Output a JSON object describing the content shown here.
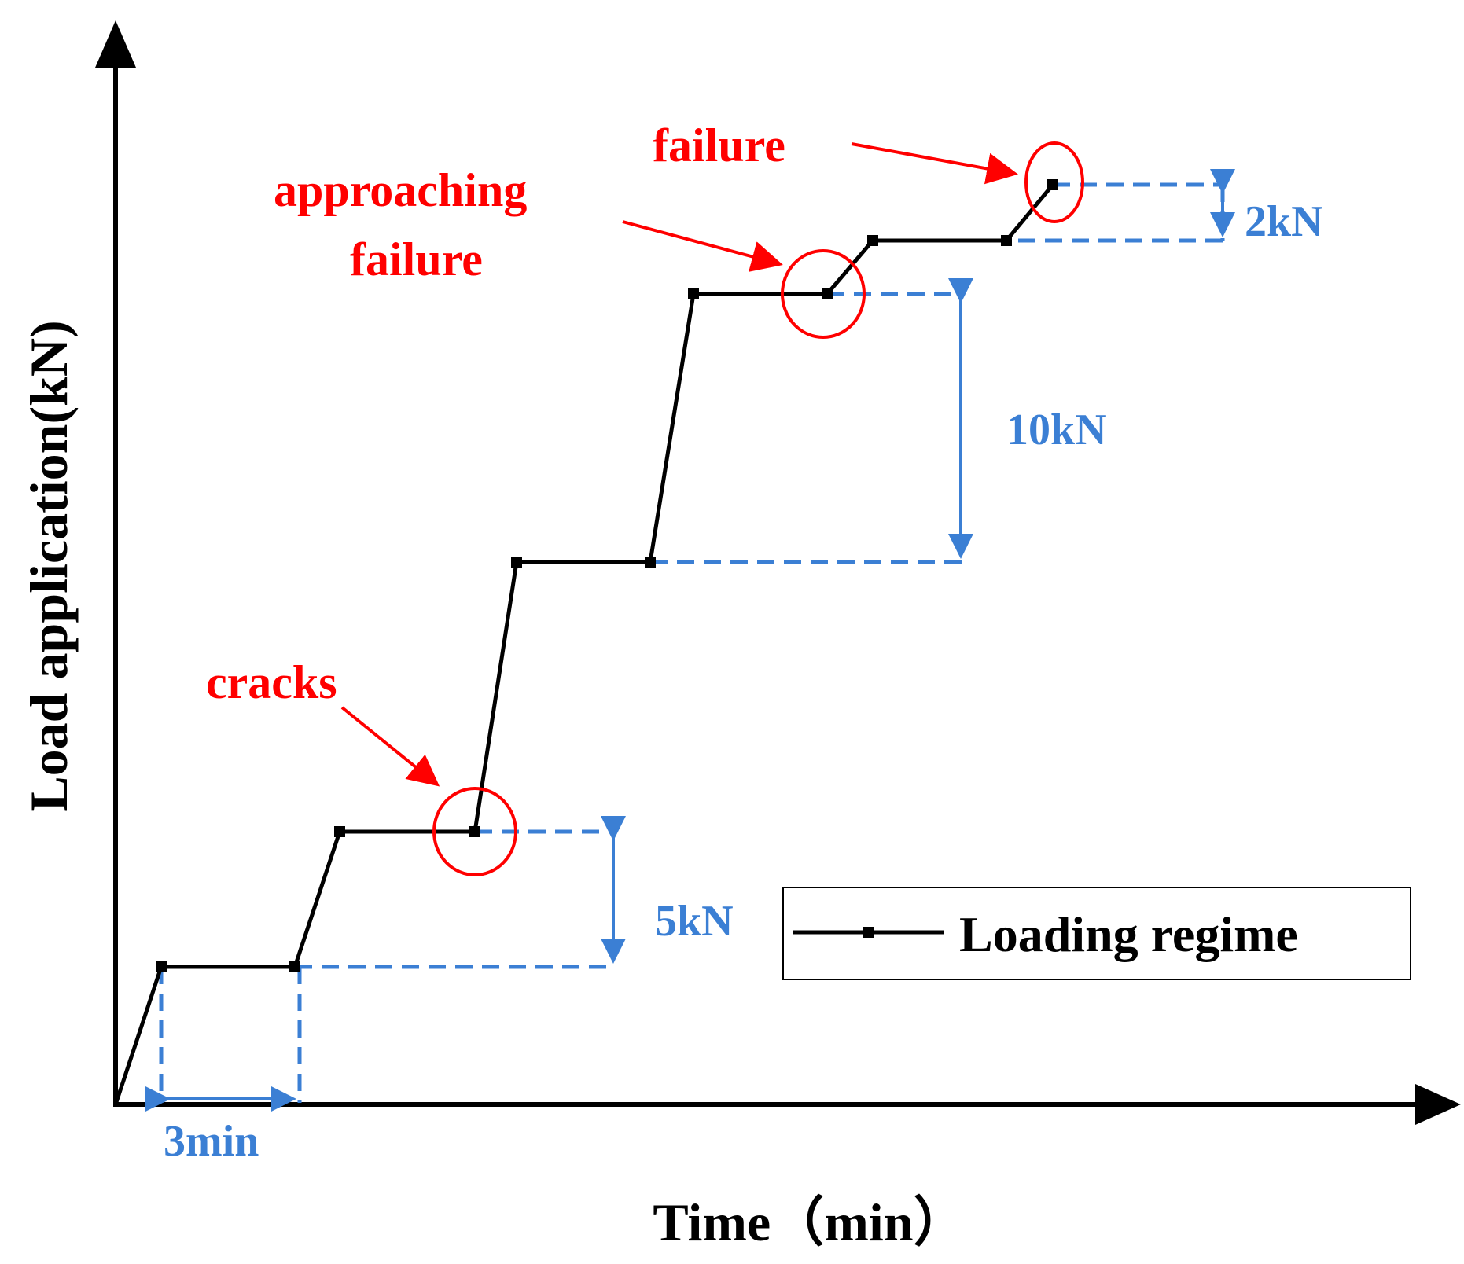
{
  "chart_data": {
    "type": "line",
    "xlabel": "Time（min）",
    "ylabel": "Load application(kN)",
    "legend": {
      "label": "Loading regime",
      "position": "bottom-right"
    },
    "grid": false,
    "axis_ticks": false,
    "series": [
      {
        "name": "Loading regime",
        "color": "#000000",
        "marker": "square",
        "points": [
          {
            "x": 0,
            "y": 0
          },
          {
            "x": 0.8,
            "y": 5
          },
          {
            "x": 3.8,
            "y": 5
          },
          {
            "x": 4.8,
            "y": 10
          },
          {
            "x": 7.8,
            "y": 10
          },
          {
            "x": 8.8,
            "y": 20
          },
          {
            "x": 11.8,
            "y": 20
          },
          {
            "x": 12.8,
            "y": 30
          },
          {
            "x": 15.8,
            "y": 30
          },
          {
            "x": 16.8,
            "y": 32
          },
          {
            "x": 19.8,
            "y": 32
          },
          {
            "x": 20.8,
            "y": 34
          }
        ]
      }
    ],
    "xlim": [
      0,
      30
    ],
    "ylim": [
      0,
      40
    ],
    "annotations": {
      "red": [
        {
          "text": "cracks",
          "point_index": 4
        },
        {
          "text": "approaching",
          "text2": "failure",
          "point_index": 8
        },
        {
          "text": "failure",
          "point_index": 11
        }
      ],
      "blue": [
        {
          "text": "3min",
          "kind": "time-interval",
          "from_index": 1,
          "to_index": 2
        },
        {
          "text": "5kN",
          "kind": "load-step",
          "from_index": 2,
          "to_index": 4
        },
        {
          "text": "10kN",
          "kind": "load-step",
          "from_index": 6,
          "to_index": 8
        },
        {
          "text": "2kN",
          "kind": "load-step",
          "from_index": 10,
          "to_index": 11
        }
      ]
    },
    "colors": {
      "annotation_red": "#ff0000",
      "annotation_blue": "#3b7fd4",
      "line": "#000000"
    }
  }
}
